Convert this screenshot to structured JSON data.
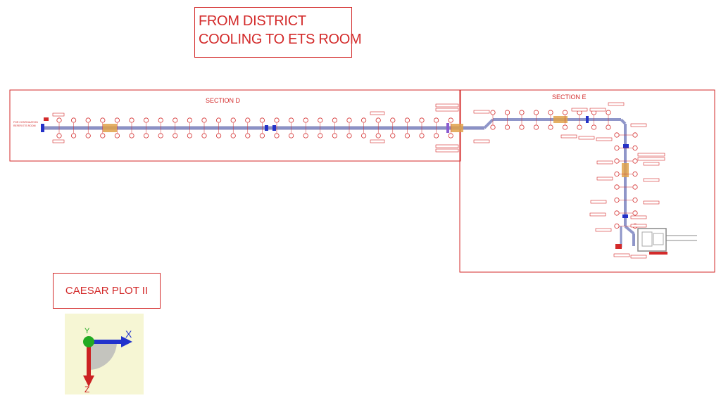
{
  "header": {
    "title_line1": "FROM DISTRICT",
    "title_line2": "COOLING TO ETS ROOM"
  },
  "sections": {
    "d_label": "SECTION D",
    "e_label": "SECTION E"
  },
  "continuation_note": {
    "line1": "FOR CONTINUATION",
    "line2": "REFER ETS ROOM"
  },
  "plot_label": "CAESAR PLOT II",
  "axis_widget": {
    "x_label": "X",
    "y_label": "Y",
    "z_label": "Z"
  },
  "colors": {
    "annotation": "#d32a2a",
    "pipe": "#8f96c9",
    "flange": "#2432c8",
    "valve": "#e0a24a",
    "axis_x": "#2233cc",
    "axis_y": "#22aa22",
    "axis_z": "#cc2222"
  }
}
